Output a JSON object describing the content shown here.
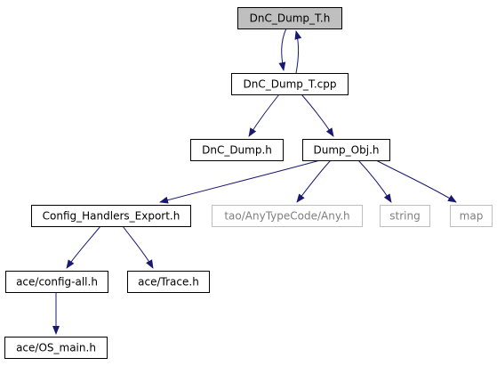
{
  "colors": {
    "edge": "#191970",
    "node_border": "#000000",
    "node_border_missing": "#bfbfbf",
    "root_fill": "#bfbfbf",
    "node_fill": "#ffffff",
    "text": "#000000",
    "text_missing": "#7f7f7f"
  },
  "nodes": [
    {
      "id": "dnc_dump_t_h",
      "label": "DnC_Dump_T.h",
      "style": "root"
    },
    {
      "id": "dnc_dump_t_cpp",
      "label": "DnC_Dump_T.cpp",
      "style": "normal"
    },
    {
      "id": "dnc_dump_h",
      "label": "DnC_Dump.h",
      "style": "normal"
    },
    {
      "id": "dump_obj_h",
      "label": "Dump_Obj.h",
      "style": "normal"
    },
    {
      "id": "config_handlers_export_h",
      "label": "Config_Handlers_Export.h",
      "style": "normal"
    },
    {
      "id": "tao_anytypecode_any_h",
      "label": "tao/AnyTypeCode/Any.h",
      "style": "missing"
    },
    {
      "id": "string",
      "label": "string",
      "style": "missing"
    },
    {
      "id": "map",
      "label": "map",
      "style": "missing"
    },
    {
      "id": "ace_config_all_h",
      "label": "ace/config-all.h",
      "style": "normal"
    },
    {
      "id": "ace_trace_h",
      "label": "ace/Trace.h",
      "style": "normal"
    },
    {
      "id": "ace_os_main_h",
      "label": "ace/OS_main.h",
      "style": "normal"
    }
  ],
  "edges": [
    {
      "from": "dnc_dump_t_h",
      "to": "dnc_dump_t_cpp"
    },
    {
      "from": "dnc_dump_t_cpp",
      "to": "dnc_dump_t_h"
    },
    {
      "from": "dnc_dump_t_cpp",
      "to": "dnc_dump_h"
    },
    {
      "from": "dnc_dump_t_cpp",
      "to": "dump_obj_h"
    },
    {
      "from": "dump_obj_h",
      "to": "config_handlers_export_h"
    },
    {
      "from": "dump_obj_h",
      "to": "tao_anytypecode_any_h"
    },
    {
      "from": "dump_obj_h",
      "to": "string"
    },
    {
      "from": "dump_obj_h",
      "to": "map"
    },
    {
      "from": "config_handlers_export_h",
      "to": "ace_config_all_h"
    },
    {
      "from": "config_handlers_export_h",
      "to": "ace_trace_h"
    },
    {
      "from": "ace_config_all_h",
      "to": "ace_os_main_h"
    }
  ]
}
